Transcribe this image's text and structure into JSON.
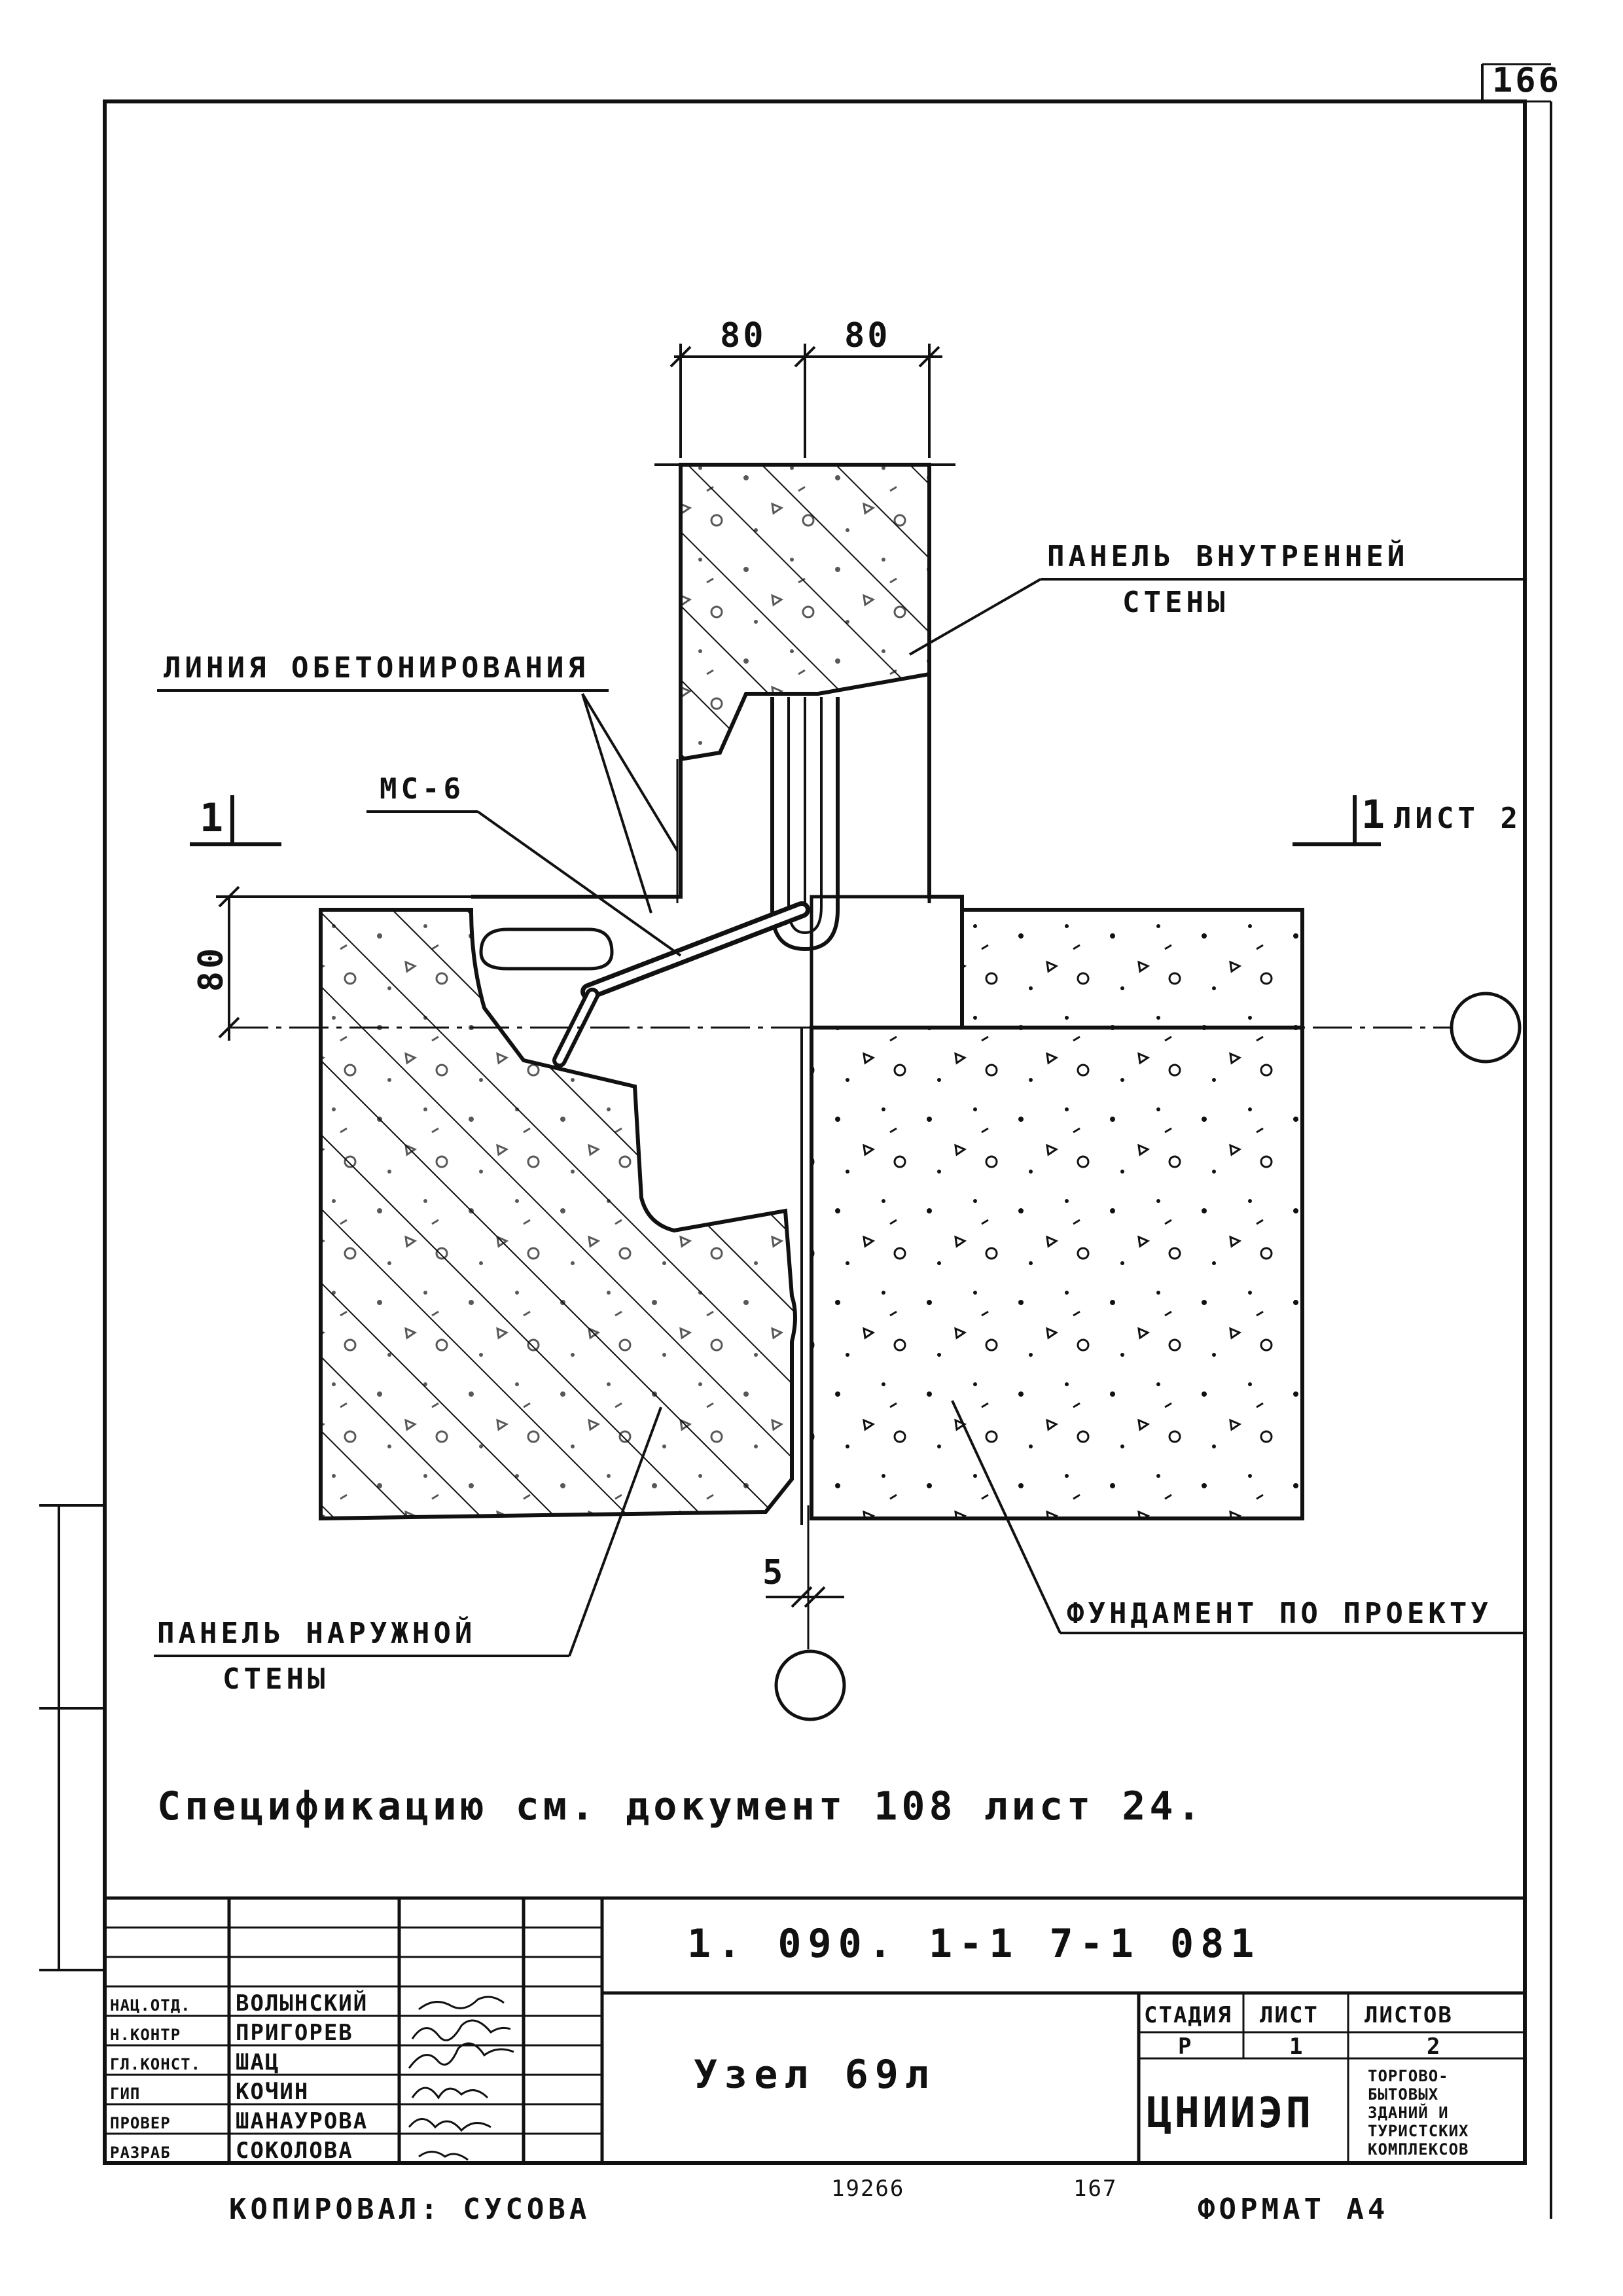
{
  "sheet": {
    "corner_number": "166",
    "dimensions": {
      "top_left": "80",
      "top_right": "80",
      "left_vertical": "80",
      "gap": "5"
    },
    "labels": {
      "inner_panel_line1": "ПАНЕЛЬ ВНУТРЕННЕЙ",
      "inner_panel_line2": "СТЕНЫ",
      "concreting_line": "ЛИНИЯ ОБЕТОНИРОВАНИЯ",
      "mc6": "МС-6",
      "outer_panel_line1": "ПАНЕЛЬ НАРУЖНОЙ",
      "outer_panel_line2": "СТЕНЫ",
      "foundation": "ФУНДАМЕНТ ПО ПРОЕКТУ"
    },
    "section_marks": {
      "left": "1",
      "right": "1",
      "right_sheet": "ЛИСТ 2"
    },
    "specification_note": "Спецификацию см. документ 108 лист 24."
  },
  "title_block": {
    "document_code": "1. 090. 1-1 7-1 081",
    "drawing_title": "Узел 69л",
    "roles": [
      {
        "role": "НАЦ.ОТД.",
        "name": "ВОЛЫНСКИЙ"
      },
      {
        "role": "Н.КОНТР",
        "name": "ПРИГОРЕВ"
      },
      {
        "role": "ГЛ.КОНСТ.",
        "name": "ШАЦ"
      },
      {
        "role": "ГИП",
        "name": "КОЧИН"
      },
      {
        "role": "ПРОВЕР",
        "name": "ШАНАУРОВА"
      },
      {
        "role": "РАЗРАБ",
        "name": "СОКОЛОВА"
      }
    ],
    "stage_header": "СТАДИЯ",
    "sheet_header": "ЛИСТ",
    "sheets_header": "ЛИСТОВ",
    "stage_value": "Р",
    "sheet_value": "1",
    "sheets_value": "2",
    "organization": "ЦНИИЭП",
    "organization_desc": [
      "ТОРГОВО-",
      "БЫТОВЫХ",
      "ЗДАНИЙ И",
      "ТУРИСТСКИХ",
      "КОМПЛЕКСОВ"
    ]
  },
  "footer": {
    "copied_by": "КОПИРОВАЛ: СУСОВА",
    "inventory_number": "19266",
    "page_number": "167",
    "format": "ФОРМАТ А4"
  }
}
